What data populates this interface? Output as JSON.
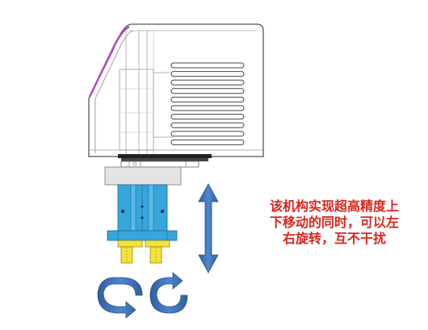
{
  "caption": {
    "lines": [
      "该机构实现超高精度上",
      "下移动的同时，可以左",
      "右旋转，互不干扰"
    ]
  },
  "colors": {
    "housing_outline": "#555555",
    "accent_stripe": "#b04ab8",
    "carriage_blue": "#36a6dc",
    "jaw_yellow": "#f2e23a",
    "motion_arrow": "#3e70b8",
    "caption_text": "#d7261e"
  },
  "icons": {
    "vertical_motion": "double-headed-vertical-arrow-icon",
    "rotation_left": "rotate-counterclockwise-icon",
    "rotation_right": "rotate-clockwise-icon"
  },
  "housing": {
    "vent_slot_count": 10
  }
}
